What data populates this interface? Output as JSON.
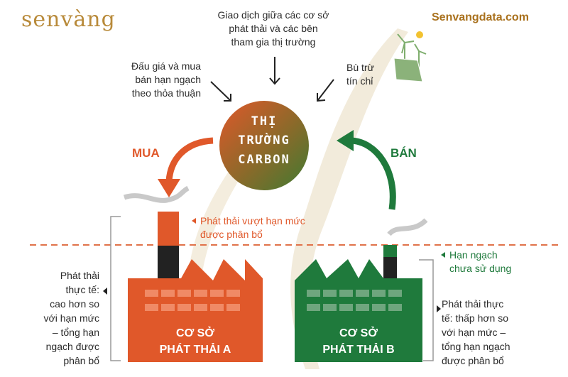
{
  "logo": "senvàng",
  "website": "Senvangdata.com",
  "center": {
    "lines": [
      "THỊ",
      "TRƯỜNG",
      "CARBON"
    ]
  },
  "top_label": [
    "Giao dịch giữa các cơ sở",
    "phát thải và các bên",
    "tham gia thị trường"
  ],
  "left_label": [
    "Đấu giá và mua",
    "bán hạn ngạch",
    "theo thỏa thuận"
  ],
  "right_label": [
    "Bù trừ",
    "tín chỉ"
  ],
  "buy_label": "MUA",
  "sell_label": "BÁN",
  "excess_label": [
    "Phát thải vượt hạn mức",
    "được phân bổ"
  ],
  "unused_label": [
    "Hạn ngạch",
    "chưa sử dụng"
  ],
  "factory_a": {
    "lines": [
      "CƠ SỞ",
      "PHÁT THẢI A"
    ],
    "note": [
      "Phát thải",
      "thực tế:",
      "cao hơn so",
      "với hạn mức",
      "– tổng hạn",
      "ngạch được",
      "phân bổ"
    ]
  },
  "factory_b": {
    "lines": [
      "CƠ SỞ",
      "PHÁT THẢI B"
    ],
    "note": [
      "Phát thải thực",
      "tế: thấp hơn so",
      "với hạn mức –",
      "tổng hạn ngạch",
      "được phân bổ"
    ]
  },
  "colors": {
    "orange": "#e0582a",
    "green": "#1f7a3c",
    "gold": "#b88a3a"
  }
}
